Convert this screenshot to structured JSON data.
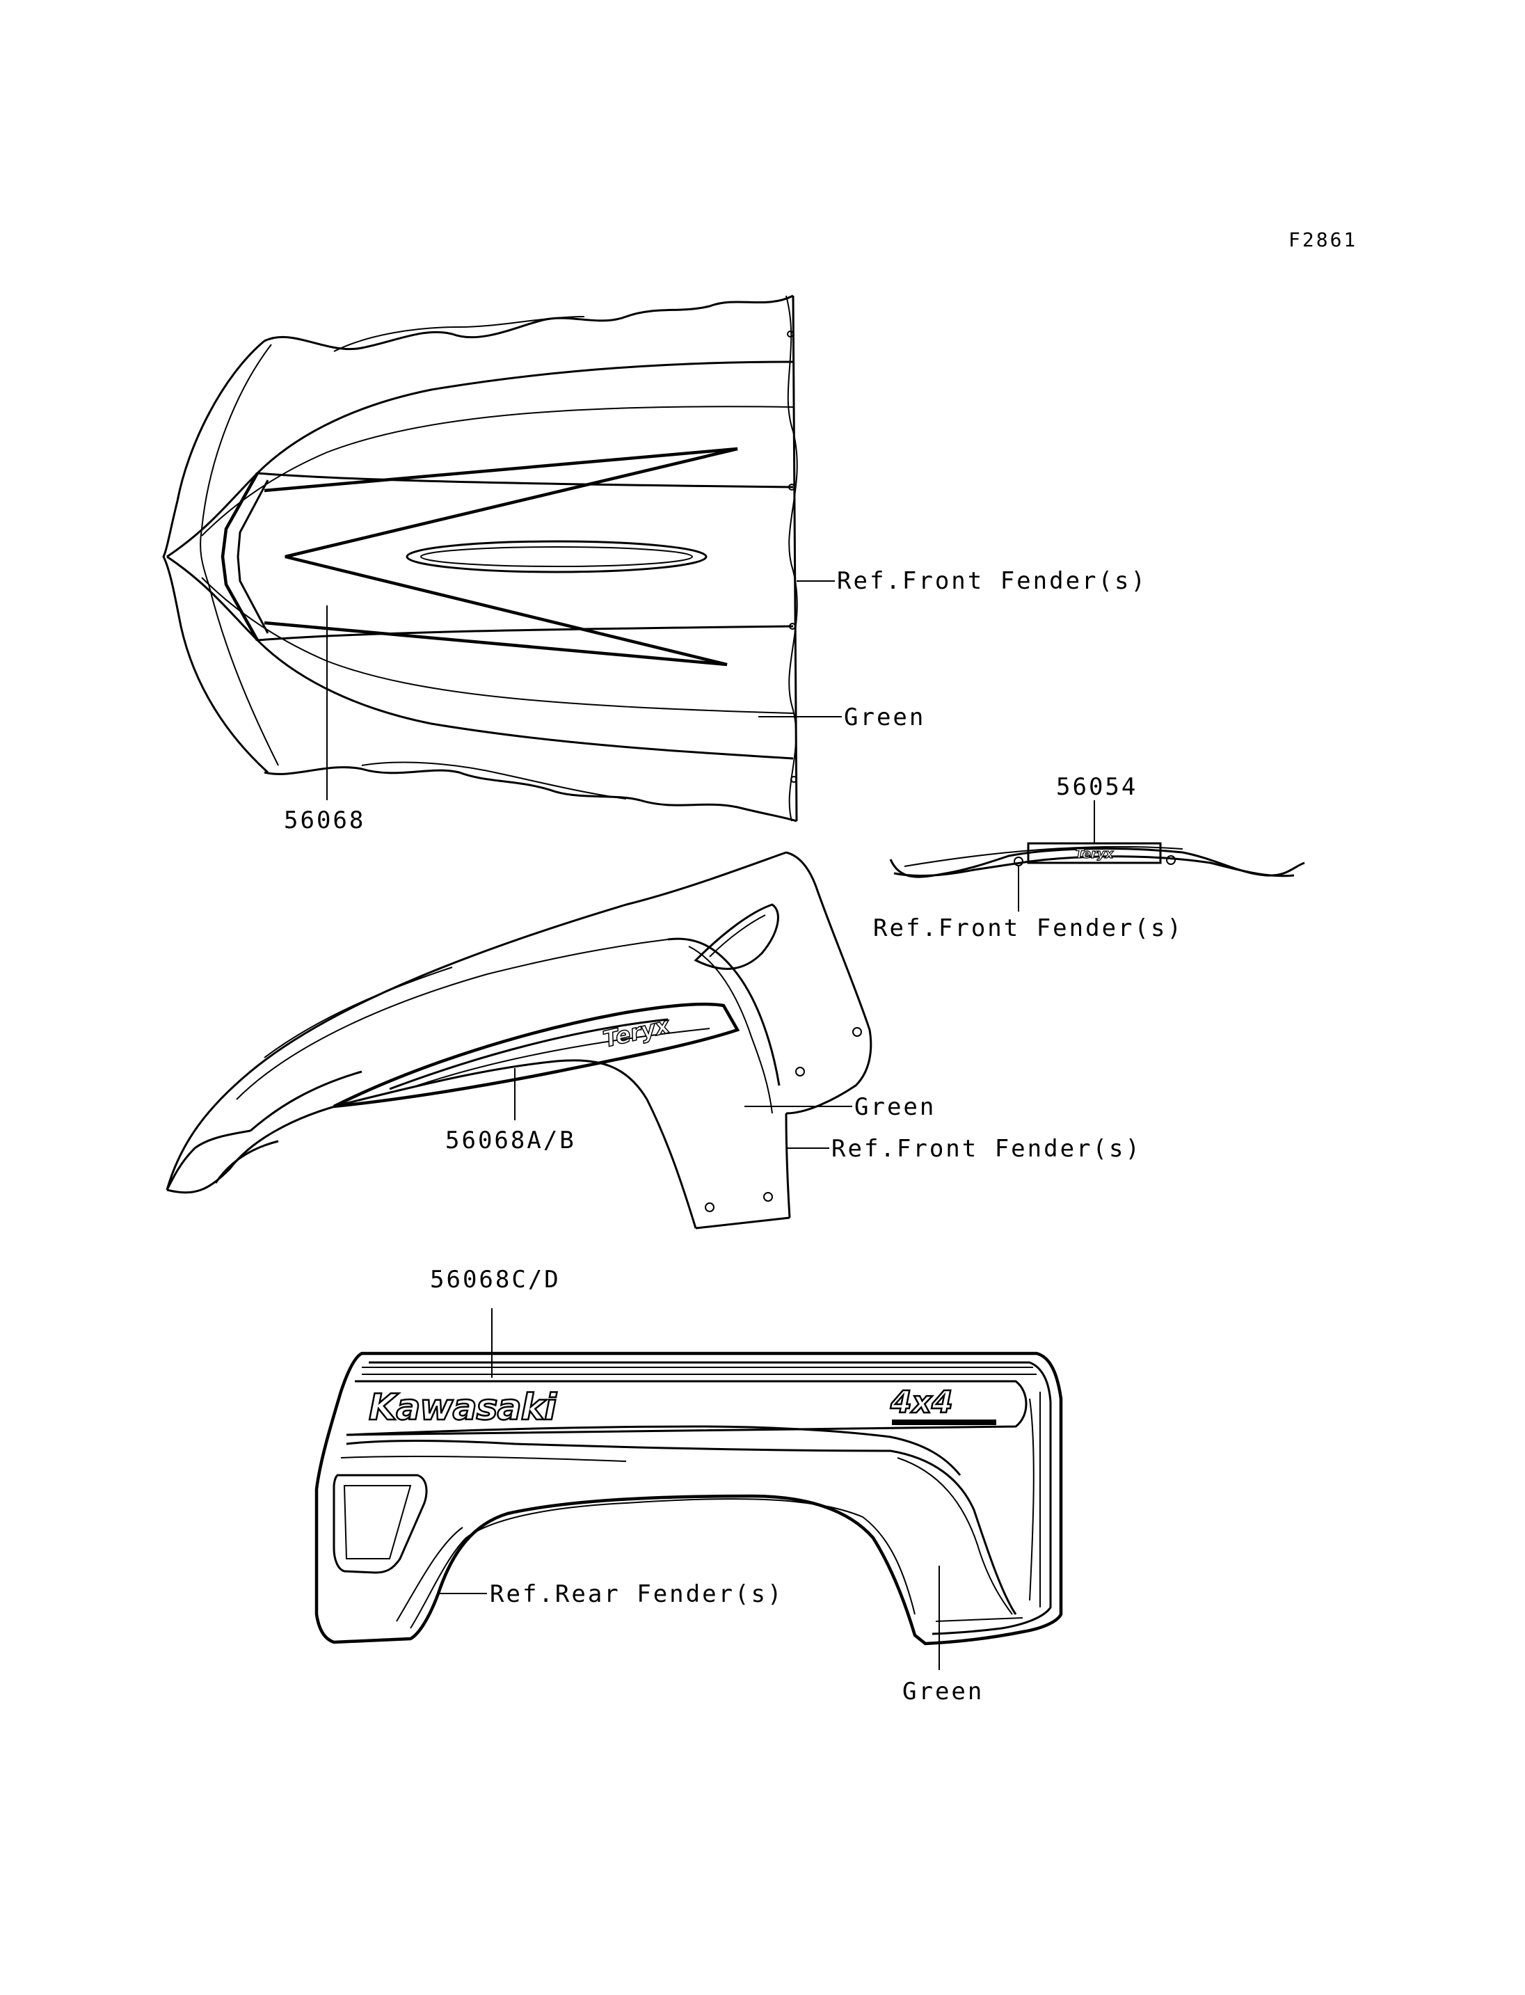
{
  "figure_code": "F2861",
  "parts": {
    "p56068": "56068",
    "p56054": "56054",
    "p56068ab": "56068A/B",
    "p56068cd": "56068C/D"
  },
  "refs": {
    "front_fender_top": "Ref.Front Fender(s)",
    "front_fender_mid": "Ref.Front Fender(s)",
    "front_fender_side": "Ref.Front Fender(s)",
    "rear_fender": "Ref.Rear Fender(s)"
  },
  "colors_labels": {
    "green_top": "Green",
    "green_side": "Green",
    "green_rear": "Green"
  },
  "decal_text": {
    "kawasaki": "Kawasaki",
    "four_by_four": "4x4"
  }
}
